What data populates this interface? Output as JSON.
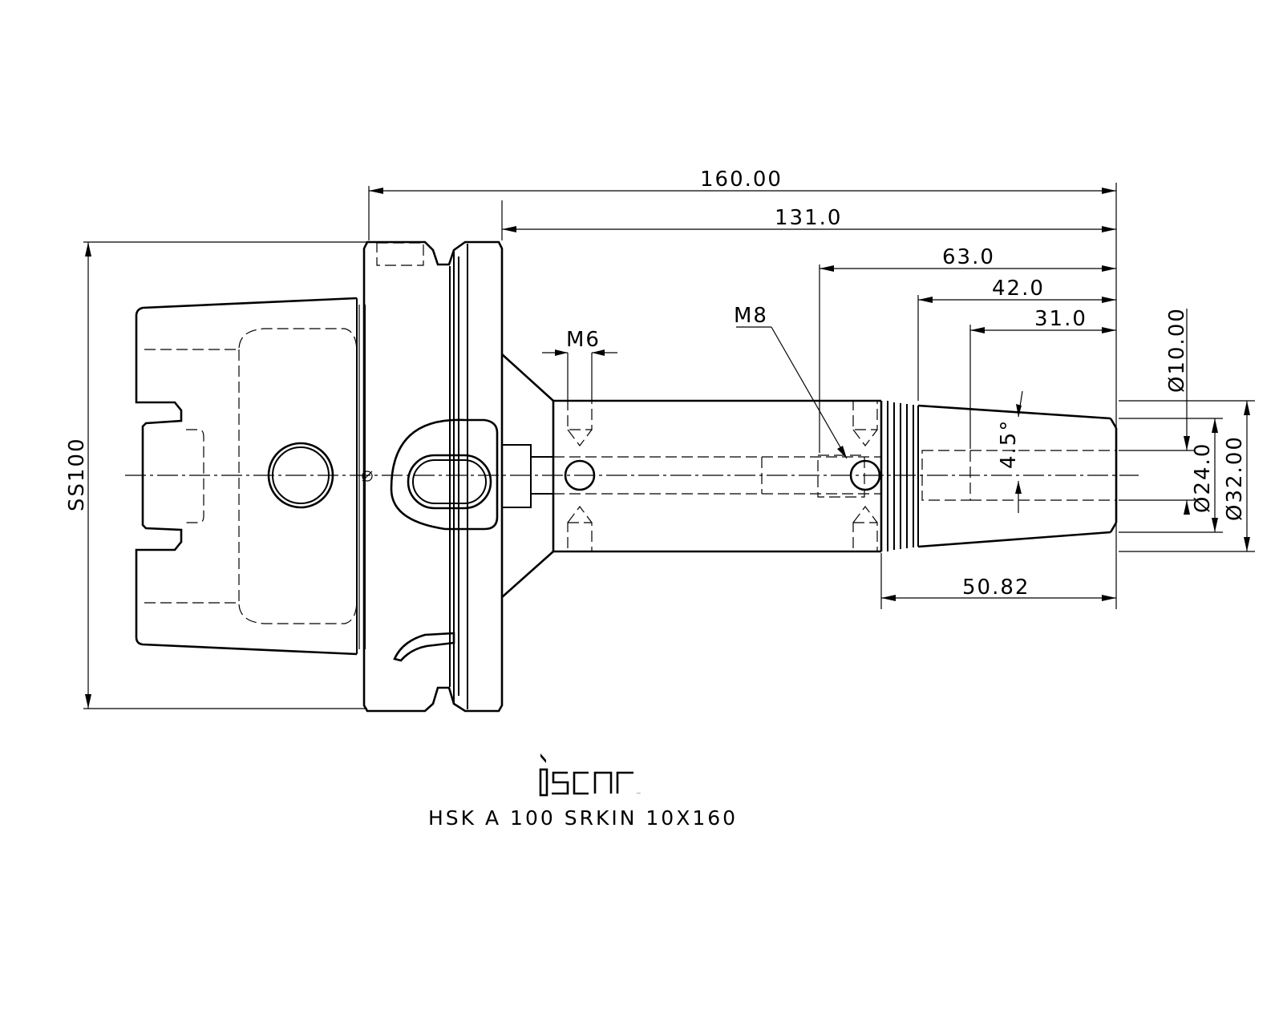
{
  "drawing": {
    "colors": {
      "line": "#000000",
      "background": "#ffffff"
    },
    "dimensions": {
      "overall_length": "160.00",
      "shank_length": "131.0",
      "length_63": "63.0",
      "length_42": "42.0",
      "length_31": "31.0",
      "thread_length": "50.82",
      "flange_size": "SS100",
      "bore_diameter": "Ø10.00",
      "diameter_24": "Ø24.0",
      "diameter_32": "Ø32.00",
      "taper_angle": "4.5°"
    },
    "callouts": {
      "thread_m6": "M6",
      "thread_m8": "M8"
    }
  },
  "title_block": {
    "logo": "iscar",
    "logo_icon": "iscar-logo-icon",
    "product_code": "HSK A 100 SRKIN 10X160"
  }
}
